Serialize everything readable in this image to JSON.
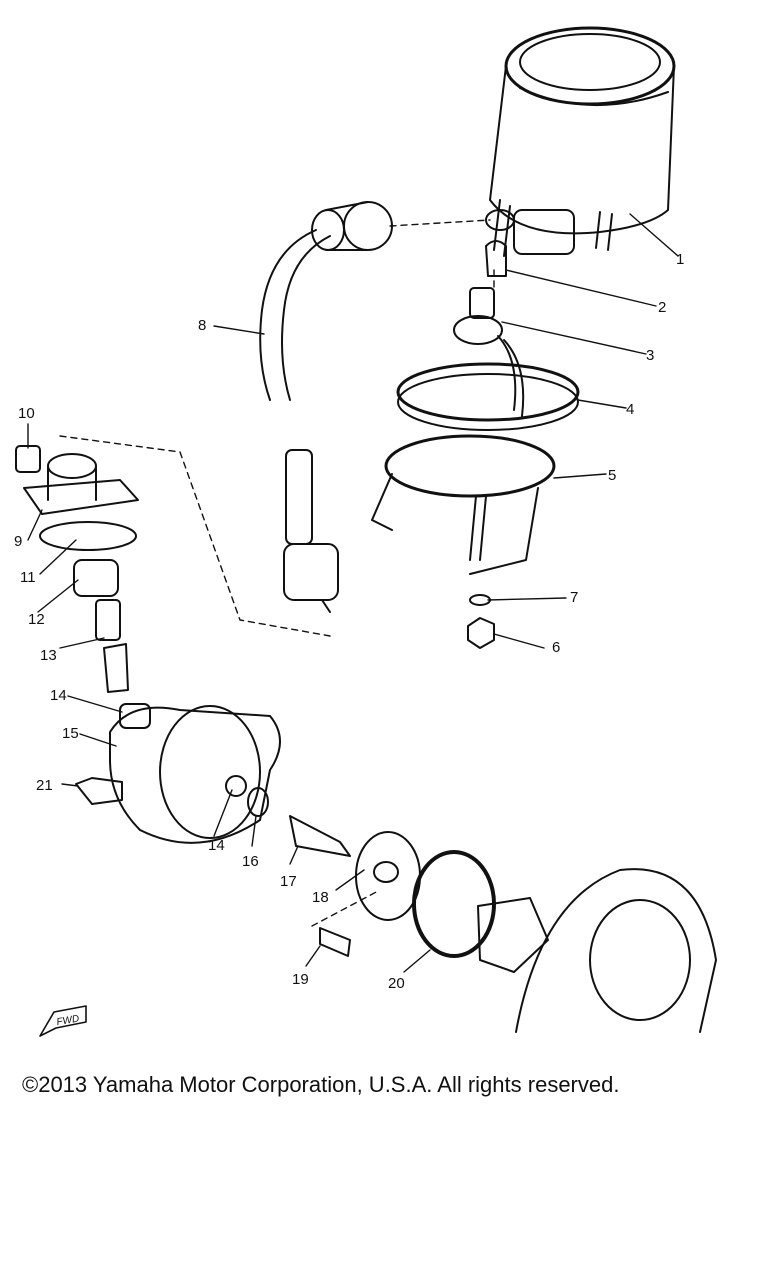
{
  "callouts": [
    "1",
    "2",
    "3",
    "4",
    "5",
    "6",
    "7",
    "8",
    "9",
    "10",
    "11",
    "12",
    "13",
    "14",
    "14",
    "15",
    "16",
    "17",
    "18",
    "19",
    "20",
    "21"
  ],
  "fwd_label": "FWD",
  "copyright": "©2013 Yamaha Motor Corporation, U.S.A. All rights reserved."
}
